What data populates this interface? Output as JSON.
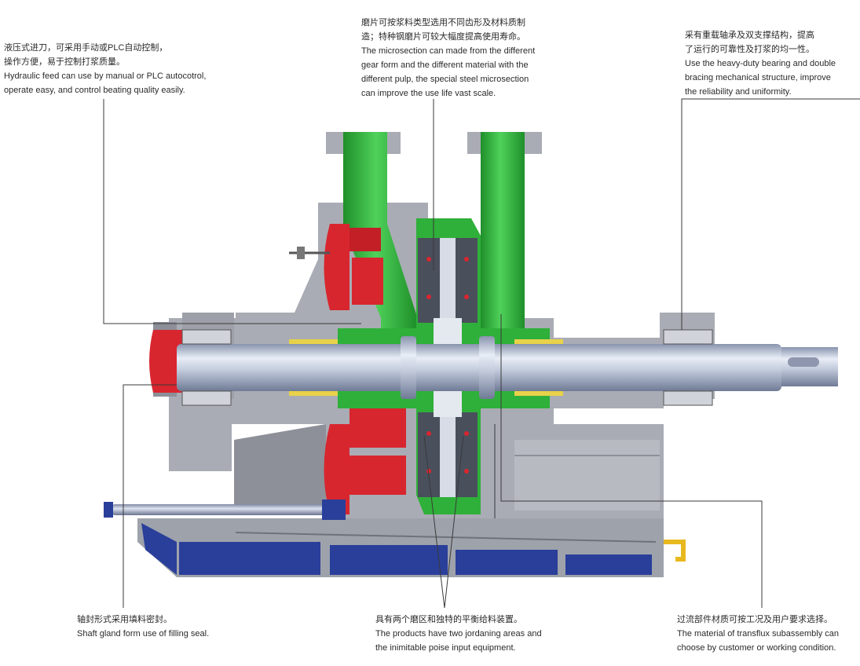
{
  "annotations": {
    "hydraulic_feed": {
      "zh": [
        "液压式进刀，可采用手动或PLC自动控制，",
        "操作方便，易于控制打浆质量。"
      ],
      "en": [
        "Hydraulic feed can use by manual or PLC autocotrol,",
        "operate easy, and control beating quality easily."
      ]
    },
    "microsection": {
      "zh": [
        "磨片可按浆料类型选用不同齿形及材料质制",
        "造；特种钢磨片可较大幅度提高使用寿命。"
      ],
      "en": [
        "The microsection can made from the different",
        "gear form and the different material with the",
        "different pulp, the special steel microsection",
        "can improve the use life vast scale."
      ]
    },
    "bearing": {
      "zh": [
        "采有重载轴承及双支撑结构，提高",
        "了运行的可靠性及打浆的均一性。"
      ],
      "en": [
        "Use the heavy-duty bearing and double",
        "bracing mechanical structure, improve",
        "the reliability and uniformity."
      ]
    },
    "shaft_gland": {
      "zh": [
        "轴封形式采用填料密封。"
      ],
      "en": [
        "Shaft gland form use of filling seal."
      ]
    },
    "jordaning_areas": {
      "zh": [
        "具有两个磨区和独特的平衡给料装置。"
      ],
      "en": [
        "The products have two jordaning areas and",
        "the inimitable poise input equipment."
      ]
    },
    "transflux_material": {
      "zh": [
        "过流部件材质可按工况及用户要求选择。"
      ],
      "en": [
        "The material of transflux subassembly can",
        "choose by customer or working condition."
      ]
    }
  },
  "colors": {
    "casing_gray": "#a9acb4",
    "casing_dark": "#8d9099",
    "flow_green": "#2fb03a",
    "rotor_red": "#d8262f",
    "base_blue": "#2a3f9a",
    "shaft_steel": "#c7cfe0",
    "leader_line": "#3a3a3a"
  }
}
